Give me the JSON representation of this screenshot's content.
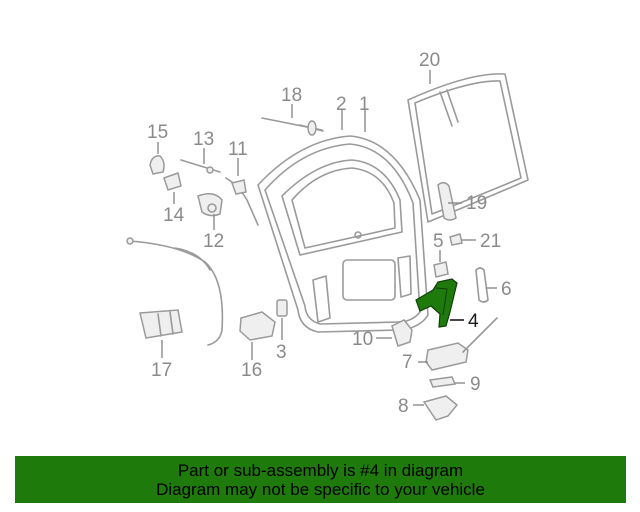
{
  "colors": {
    "banner_bg": "#1f7a0c",
    "highlight_part": "#1f7a0c",
    "diagram_lines": "#9a9a9a",
    "callout_text": "#8a8a8a"
  },
  "callouts": {
    "c1": "1",
    "c2": "2",
    "c3": "3",
    "c4": "4",
    "c5": "5",
    "c6": "6",
    "c7": "7",
    "c8": "8",
    "c9": "9",
    "c10": "10",
    "c11": "11",
    "c12": "12",
    "c13": "13",
    "c14": "14",
    "c15": "15",
    "c16": "16",
    "c17": "17",
    "c18": "18",
    "c19": "19",
    "c20": "20",
    "c21": "21"
  },
  "highlighted_callout": "4",
  "banner": {
    "line1": "Part or sub-assembly is #4 in diagram",
    "line2": "Diagram may not be specific to your vehicle"
  }
}
